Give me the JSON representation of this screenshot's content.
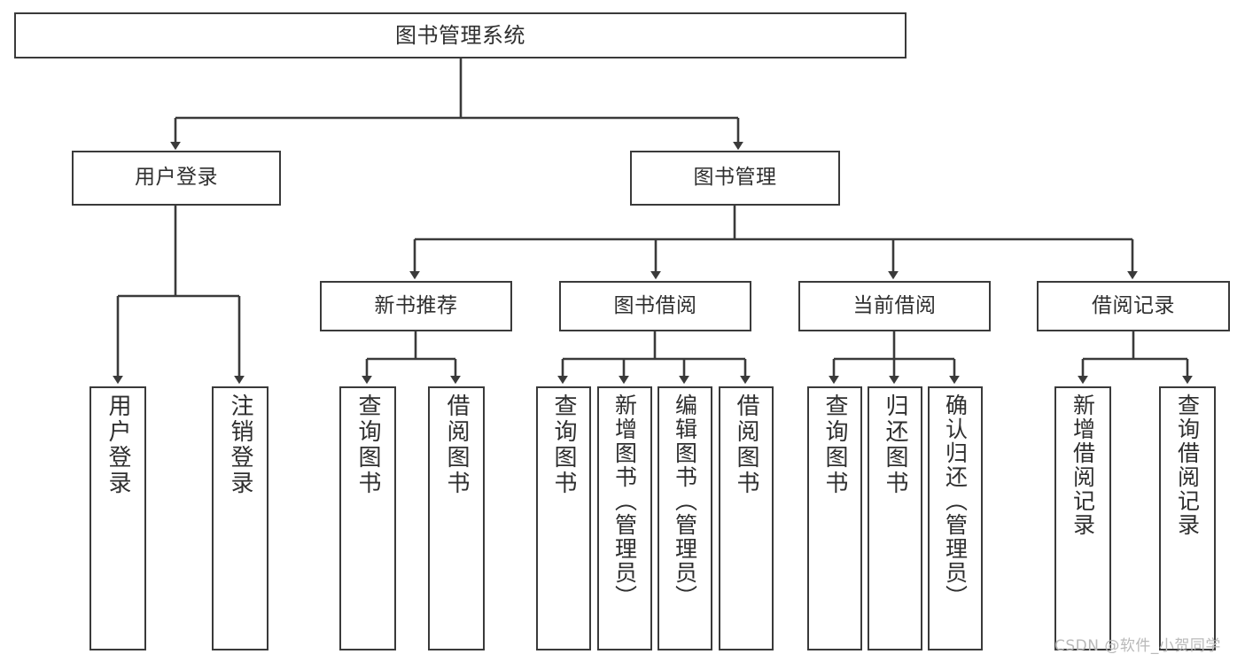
{
  "diagram": {
    "title": "图书管理系统",
    "watermark": "CSDN @软件_小贺同学",
    "stroke_color": "#3a3a3a",
    "text_color": "#2f2f2f",
    "background_color": "#ffffff",
    "watermark_color": "#b9b9b9"
  },
  "nodes": {
    "root": {
      "label": "图书管理系统"
    },
    "level2": [
      {
        "id": "user-login",
        "label": "用户登录"
      },
      {
        "id": "book-management",
        "label": "图书管理"
      }
    ],
    "level3": [
      {
        "id": "new-book-recommend",
        "label": "新书推荐"
      },
      {
        "id": "book-borrow",
        "label": "图书借阅"
      },
      {
        "id": "current-borrow",
        "label": "当前借阅"
      },
      {
        "id": "borrow-record",
        "label": "借阅记录"
      }
    ],
    "leaves": [
      {
        "id": "leaf-user-login",
        "label": "用户登录",
        "parent": "user-login"
      },
      {
        "id": "leaf-user-logout",
        "label": "注销登录",
        "parent": "user-login"
      },
      {
        "id": "leaf-query-book-1",
        "label": "查询图书",
        "parent": "new-book-recommend"
      },
      {
        "id": "leaf-borrow-book-1",
        "label": "借阅图书",
        "parent": "new-book-recommend"
      },
      {
        "id": "leaf-query-book-2",
        "label": "查询图书",
        "parent": "book-borrow"
      },
      {
        "id": "leaf-add-book",
        "label": "新增图书（管理员）",
        "parent": "book-borrow"
      },
      {
        "id": "leaf-edit-book",
        "label": "编辑图书（管理员）",
        "parent": "book-borrow"
      },
      {
        "id": "leaf-borrow-book-2",
        "label": "借阅图书",
        "parent": "book-borrow"
      },
      {
        "id": "leaf-query-book-3",
        "label": "查询图书",
        "parent": "current-borrow"
      },
      {
        "id": "leaf-return-book",
        "label": "归还图书",
        "parent": "current-borrow"
      },
      {
        "id": "leaf-confirm-return",
        "label": "确认归还（管理员）",
        "parent": "current-borrow"
      },
      {
        "id": "leaf-add-record",
        "label": "新增借阅记录",
        "parent": "borrow-record"
      },
      {
        "id": "leaf-query-record",
        "label": "查询借阅记录",
        "parent": "borrow-record"
      }
    ]
  },
  "chart_data": {
    "type": "diagram",
    "subtype": "tree-hierarchy",
    "title": "图书管理系统",
    "orientation": "top-down",
    "edge_style": "orthogonal-with-arrowheads",
    "levels": 4,
    "hierarchy": {
      "name": "图书管理系统",
      "children": [
        {
          "name": "用户登录",
          "children": [
            {
              "name": "用户登录"
            },
            {
              "name": "注销登录"
            }
          ]
        },
        {
          "name": "图书管理",
          "children": [
            {
              "name": "新书推荐",
              "children": [
                {
                  "name": "查询图书"
                },
                {
                  "name": "借阅图书"
                }
              ]
            },
            {
              "name": "图书借阅",
              "children": [
                {
                  "name": "查询图书"
                },
                {
                  "name": "新增图书（管理员）"
                },
                {
                  "name": "编辑图书（管理员）"
                },
                {
                  "name": "借阅图书"
                }
              ]
            },
            {
              "name": "当前借阅",
              "children": [
                {
                  "name": "查询图书"
                },
                {
                  "name": "归还图书"
                },
                {
                  "name": "确认归还（管理员）"
                }
              ]
            },
            {
              "name": "借阅记录",
              "children": [
                {
                  "name": "新增借阅记录"
                },
                {
                  "name": "查询借阅记录"
                }
              ]
            }
          ]
        }
      ]
    }
  }
}
